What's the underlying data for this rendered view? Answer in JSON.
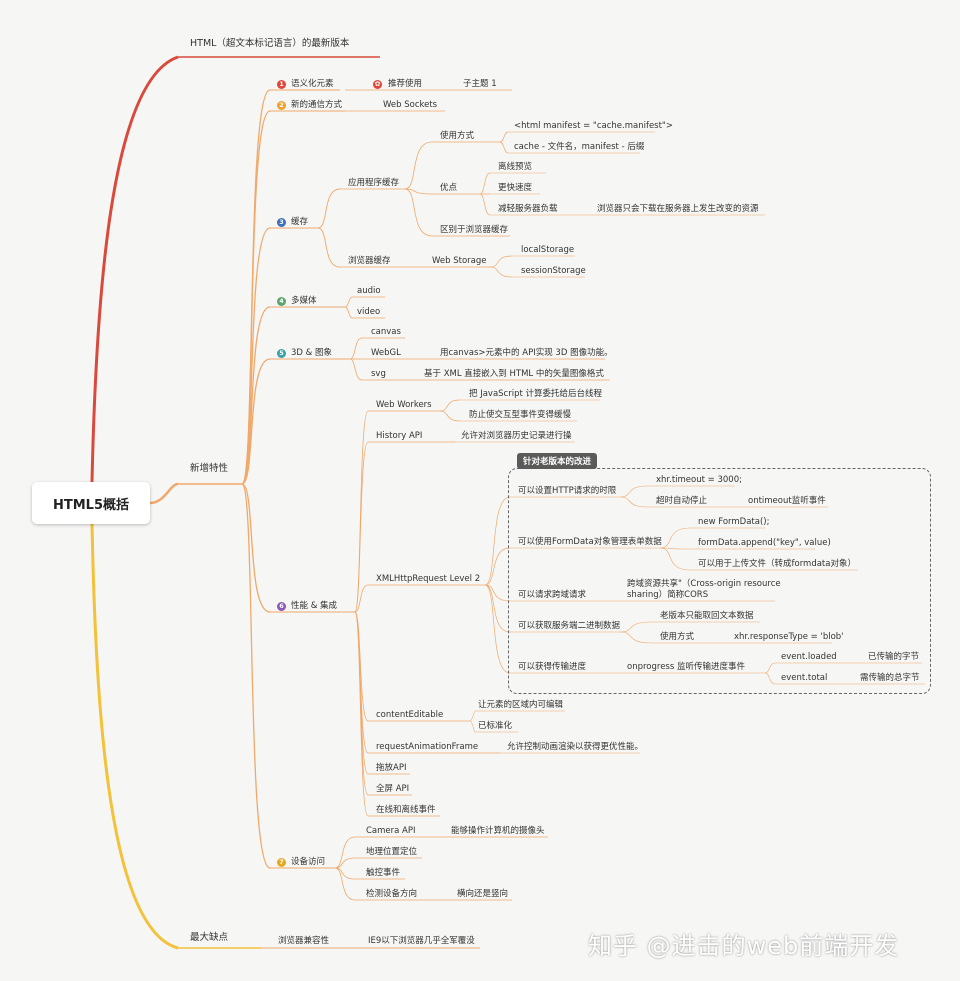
{
  "root": "HTML5概括",
  "top_node": "HTML（超文本标记语言）的最新版本",
  "new_features": "新增特性",
  "biggest_shortcoming": "最大缺点",
  "browser_compat": "浏览器兼容性",
  "browser_compat_detail": "IE9以下浏览器几乎全军覆没",
  "semantic": {
    "badge": "1",
    "title": "语义化元素",
    "marker": "✿",
    "child": "推荐使用",
    "grandchild": "子主题 1"
  },
  "comm": {
    "badge": "2",
    "title": "新的通信方式",
    "child": "Web Sockets"
  },
  "cache": {
    "badge": "3",
    "title": "缓存",
    "app_cache": "应用程序缓存",
    "usage": "使用方式",
    "usage_1": "<html manifest = \"cache.manifest\">",
    "usage_2": "cache - 文件名，manifest - 后缀",
    "advantages": "优点",
    "adv_1": "离线预览",
    "adv_2": "更快速度",
    "adv_3": "减轻服务器负载",
    "adv_3_detail": "浏览器只会下载在服务器上发生改变的资源",
    "diff": "区别于浏览器缓存",
    "browser_cache": "浏览器缓存",
    "web_storage": "Web Storage",
    "local_storage": "localStorage",
    "session_storage": "sessionStorage"
  },
  "media": {
    "badge": "4",
    "title": "多媒体",
    "audio": "audio",
    "video": "video"
  },
  "graphics": {
    "badge": "5",
    "title": "3D & 图象",
    "canvas": "canvas",
    "webgl": "WebGL",
    "webgl_detail": "用canvas>元素中的 API实现 3D 图像功能。",
    "svg": "svg",
    "svg_detail": "基于 XML 直接嵌入到 HTML 中的矢量图像格式"
  },
  "performance": {
    "badge": "6",
    "title": "性能 & 集成",
    "web_workers": "Web Workers",
    "ww_1": "把 JavaScript 计算委托给后台线程",
    "ww_2": "防止使交互型事件变得缓慢",
    "history_api": "History API",
    "history_detail": "允许对浏览器历史记录进行操",
    "xhr": "XMLHttpRequest Level 2",
    "xhr_callout": "针对老版本的改进",
    "xhr_timeout": "可以设置HTTP请求的时限",
    "xhr_timeout_1": "xhr.timeout = 3000;",
    "xhr_timeout_2": "超时自动停止",
    "xhr_timeout_3": "ontimeout监听事件",
    "xhr_formdata": "可以使用FormData对象管理表单数据",
    "fd_1": "new FormData();",
    "fd_2": "formData.append(\"key\", value)",
    "fd_3": "可以用于上传文件（转成formdata对象）",
    "xhr_cors": "可以请求跨域请求",
    "cors_detail": "跨域资源共享\"（Cross-origin resource",
    "cors_detail_2": "sharing）简称CORS",
    "xhr_binary": "可以获取服务端二进制数据",
    "bin_1": "老版本只能取回文本数据",
    "bin_2": "使用方式",
    "bin_2_detail": "xhr.responseType = 'blob'",
    "xhr_progress": "可以获得传输进度",
    "progress_1": "onprogress 监听传输进度事件",
    "progress_loaded": "event.loaded",
    "progress_loaded_detail": "已传输的字节",
    "progress_total": "event.total",
    "progress_total_detail": "需传输的总字节",
    "content_editable": "contentEditable",
    "ce_1": "让元素的区域内可编辑",
    "ce_2": "已标准化",
    "raf": "requestAnimationFrame",
    "raf_detail": "允许控制动画渲染以获得更优性能。",
    "drag": "拖放API",
    "fullscreen": "全屏 API",
    "online": "在线和离线事件"
  },
  "device": {
    "badge": "7",
    "title": "设备访问",
    "camera": "Camera API",
    "camera_detail": "能够操作计算机的摄像头",
    "geo": "地理位置定位",
    "touch": "触控事件",
    "orientation": "检测设备方向",
    "orientation_detail": "横向还是竖向"
  },
  "watermark": "知乎 @进击的web前端开发",
  "colors": {
    "red_branch": "#d94a3d",
    "yellow_branch": "#f3c13a",
    "orange_branch": "#f0a86b",
    "badge_red": "#e0463a",
    "badge_orange": "#f0a030",
    "badge_blue": "#3b6fb6",
    "badge_green": "#5aa36a",
    "badge_teal": "#3aa0a8",
    "badge_purple": "#8a5ab6",
    "badge_yellow": "#e6a820"
  }
}
